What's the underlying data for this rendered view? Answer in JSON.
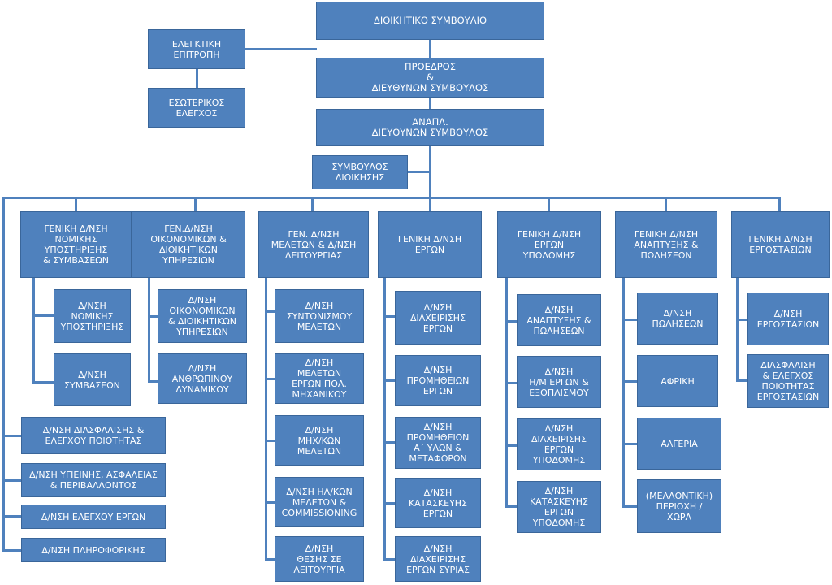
{
  "colors": {
    "box": "#4f81bd",
    "line": "#4f81bd",
    "text": "#ffffff"
  },
  "top": {
    "board": "ΔΙΟΙΚΗΤΙΚΟ ΣΥΜΒΟΥΛΙΟ",
    "audit_committee": "ΕΛΕΓΚΤΙΚΗ\nΕΠΙΤΡΟΠΗ",
    "internal_audit": "ΕΣΩΤΕΡΙΚΟΣ\nΕΛΕΓΧΟΣ",
    "ceo": "ΠΡΟΕΔΡΟΣ\n&\nΔΙΕΥΘΥΝΩΝ  ΣΥΜΒΟΥΛΟΣ",
    "deputy_ceo": "ΑΝΑΠΛ.\nΔΙΕΥΘΥΝΩΝ  ΣΥΜΒΟΥΛΟΣ",
    "advisor": "ΣΥΜΒΟΥΛΟΣ\nΔΙΟΙΚΗΣΗΣ"
  },
  "staff_units": [
    "Δ/ΝΣΗ ΔΙΑΣΦΑΛΙΣΗΣ &\nΕΛΕΓΧΟΥ ΠΟΙΟΤΗΤΑΣ",
    "Δ/ΝΣΗ ΥΓΙΕΙΝΗΣ, ΑΣΦΑΛΕΙΑΣ\n& ΠΕΡΙΒΑΛΛΟΝΤΟΣ",
    "Δ/ΝΣΗ ΕΛΕΓΧΟΥ ΕΡΓΩΝ",
    "Δ/ΝΣΗ ΠΛΗΡΟΦΟΡΙΚΗΣ"
  ],
  "divisions": [
    {
      "title": "ΓΕΝΙΚΗ Δ/ΝΣΗ\nΝΟΜΙΚΗΣ\nΥΠΟΣΤΗΡΙΞΗΣ\n& ΣΥΜΒΑΣΕΩΝ",
      "units": [
        "Δ/ΝΣΗ\nΝΟΜΙΚΗΣ\nΥΠΟΣΤΗΡΙΞΗΣ",
        "Δ/ΝΣΗ\nΣΥΜΒΑΣΕΩΝ"
      ]
    },
    {
      "title": "ΓΕΝ.Δ/ΝΣΗ\nΟΙΚΟΝΟΜΙΚΩΝ &\nΔΙΟΙΚΗΤΙΚΩΝ\nΥΠΗΡΕΣΙΩΝ",
      "units": [
        "Δ/ΝΣΗ\nΟΙΚΟΝΟΜΙΚΩΝ\n& ΔΙΟΙΚΗΤΙΚΩΝ\nΥΠΗΡΕΣΙΩΝ",
        "Δ/ΝΣΗ\nΑΝΘΡΩΠΙΝΟΥ\nΔΥΝΑΜΙΚΟΥ"
      ]
    },
    {
      "title": "ΓΕΝ. Δ/ΝΣΗ\nΜΕΛΕΤΩΝ & Δ/ΝΣΗ\nΛΕΙΤΟΥΡΓΙΑΣ",
      "units": [
        "Δ/ΝΣΗ\nΣΥΝΤΟΝΙΣΜΟΥ\nΜΕΛΕΤΩΝ",
        "Δ/ΝΣΗ\nΜΕΛΕΤΩΝ\nΕΡΓΩΝ ΠΟΛ.\nΜΗΧΑΝΙΚΟΥ",
        "Δ/ΝΣΗ\nΜΗΧ/ΚΩΝ\nΜΕΛΕΤΩΝ",
        "Δ/ΝΣΗ ΗΛ/ΚΩΝ\nΜΕΛΕΤΩΝ &\nCOMMISSIONING",
        "Δ/ΝΣΗ\nΘΕΣΗΣ ΣΕ\nΛΕΙΤΟΥΡΓΙΑ"
      ]
    },
    {
      "title": "ΓΕΝΙΚΗ Δ/ΝΣΗ\nΕΡΓΩΝ",
      "units": [
        "Δ/ΝΣΗ\nΔΙΑΧΕΙΡΙΣΗΣ\nΕΡΓΩΝ",
        "Δ/ΝΣΗ\nΠΡΟΜΗΘΕΙΩΝ\nΕΡΓΩΝ",
        "Δ/ΝΣΗ\nΠΡΟΜΗΘΕΙΩΝ\nΑ΄ ΥΛΩΝ &\nΜΕΤΑΦΟΡΩΝ",
        "Δ/ΝΣΗ\nΚΑΤΑΣΚΕΥΗΣ\nΕΡΓΩΝ",
        "Δ/ΝΣΗ\nΔΙΑΧΕΙΡΙΣΗΣ\nΕΡΓΩΝ ΣΥΡΙΑΣ"
      ]
    },
    {
      "title": "ΓΕΝΙΚΗ Δ/ΝΣΗ\nΕΡΓΩΝ\nΥΠΟΔΟΜΗΣ",
      "units": [
        "Δ/ΝΣΗ\nΑΝΑΠΤΥΞΗΣ &\nΠΩΛΗΣΕΩΝ",
        "Δ/ΝΣΗ\nΗ/Μ ΕΡΓΩΝ &\nΕΞΟΠΛΙΣΜΟΥ",
        "Δ/ΝΣΗ\nΔΙΑΧΕΙΡΙΣΗΣ\nΕΡΓΩΝ\nΥΠΟΔΟΜΗΣ",
        "Δ/ΝΣΗ\nΚΑΤΑΣΚΕΥΗΣ\nΕΡΓΩΝ\nΥΠΟΔΟΜΗΣ"
      ]
    },
    {
      "title": "ΓΕΝΙΚΗ Δ/ΝΣΗ\nΑΝΑΠΤΥΞΗΣ &\nΠΩΛΗΣΕΩΝ",
      "units": [
        "Δ/ΝΣΗ\nΠΩΛΗΣΕΩΝ",
        "ΑΦΡΙΚΗ",
        "ΑΛΓΕΡΙΑ",
        "(ΜΕΛΛΟΝΤΙΚΗ)\nΠΕΡΙΟΧΗ /\nΧΩΡΑ"
      ]
    },
    {
      "title": "ΓΕΝΙΚΗ Δ/ΝΣΗ\nΕΡΓΟΣΤΑΣΙΩΝ",
      "units": [
        "Δ/ΝΣΗ\nΕΡΓΟΣΤΑΣΙΩΝ",
        "ΔΙΑΣΦΑΛΙΣΗ\n& ΕΛΕΓΧΟΣ\nΠΟΙΟΤΗΤΑΣ\nΕΡΓΟΣΤΑΣΙΩΝ"
      ]
    }
  ]
}
